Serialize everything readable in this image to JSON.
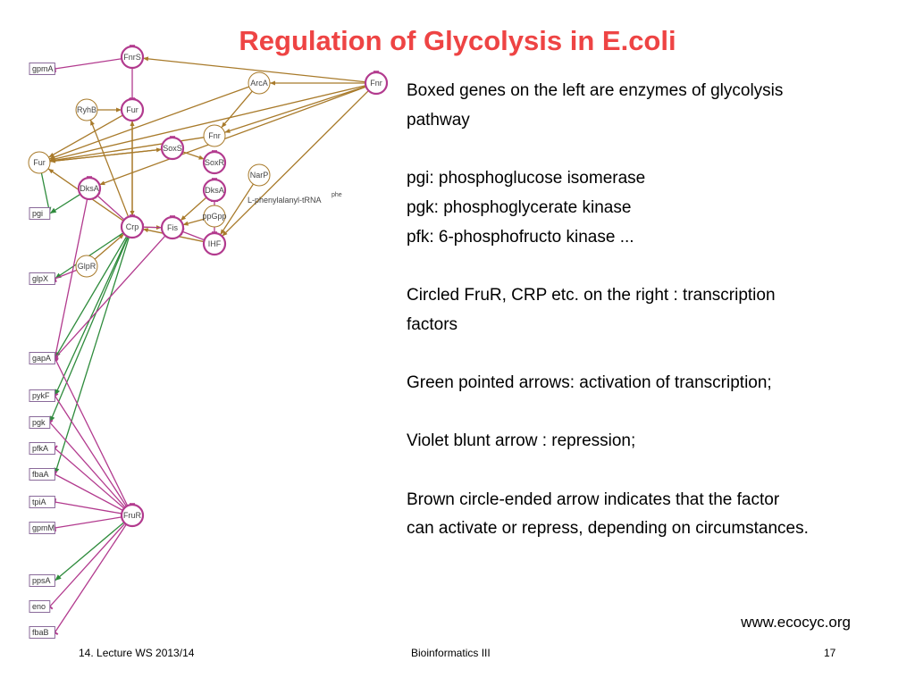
{
  "title": "Regulation of Glycolysis in E.coli",
  "colors": {
    "title": "#ee4444",
    "activation": "#2e8b3c",
    "repression": "#b23a8e",
    "dual": "#a87a2a",
    "tf_ring_regulated": "#b23a8e",
    "tf_ring_plain": "#a87a2a",
    "gene_box": "#8a6a9a"
  },
  "network": {
    "genes": [
      "gpmA",
      "pgi",
      "glpX",
      "gapA",
      "pykF",
      "pgk",
      "pfkA",
      "fbaA",
      "tpiA",
      "gpmM",
      "ppsA",
      "eno",
      "fbaB"
    ],
    "transcription_factors": [
      "FnrS",
      "Fnr",
      "ArcA",
      "RyhB",
      "Fur",
      "Fnr",
      "SoxS",
      "SoxR",
      "NarP",
      "Fur",
      "DksA",
      "DksA",
      "ppGpp",
      "Crp",
      "Fis",
      "IHF",
      "GlpR",
      "FruR"
    ],
    "other_label": "L-phenylalanyl-tRNA",
    "other_label_sup": "phe"
  },
  "legend": {
    "line1": "Boxed genes on the left are enzymes of glycolysis",
    "line2": "pathway",
    "line3": "pgi: phosphoglucose isomerase",
    "line4": "pgk: phosphoglycerate kinase",
    "line5": "pfk: 6-phosphofructo kinase ...",
    "line6": "Circled FruR, CRP etc. on the right : transcription",
    "line7": "factors",
    "line8": "Green pointed arrows: activation of transcription;",
    "line9": "Violet blunt arrow : repression;",
    "line10": "Brown circle-ended arrow indicates that the factor",
    "line11": "can activate or repress, depending on circumstances."
  },
  "source_url": "www.ecocyc.org",
  "footer": {
    "left": "14. Lecture WS 2013/14",
    "center": "Bioinformatics III",
    "right": "17"
  }
}
